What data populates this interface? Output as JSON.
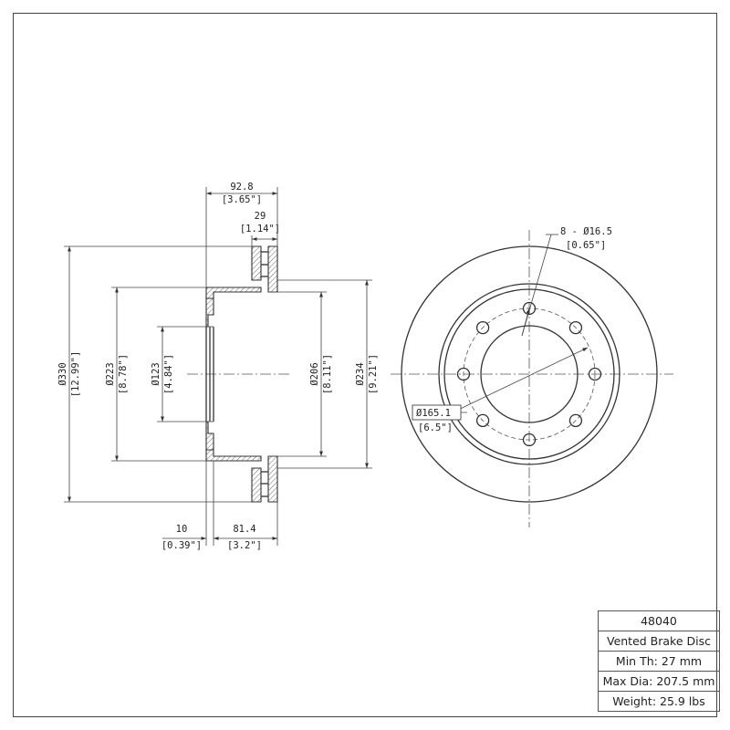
{
  "dimensions": {
    "total_width": {
      "mm": "92.8",
      "in": "[3.65\"]"
    },
    "hub_offset": {
      "mm": "29",
      "in": "[1.14\"]"
    },
    "outer_dia": {
      "mm": "Ø330",
      "in": "[12.99\"]"
    },
    "hat_dia": {
      "mm": "Ø223",
      "in": "[8.78\"]"
    },
    "center_bore": {
      "mm": "Ø123",
      "in": "[4.84\"]"
    },
    "inner_dia": {
      "mm": "Ø206",
      "in": "[8.11\"]"
    },
    "vent_dia": {
      "mm": "Ø234",
      "in": "[9.21\"]"
    },
    "hat_thickness": {
      "mm": "10",
      "in": "[0.39\"]"
    },
    "height": {
      "mm": "81.4",
      "in": "[3.2\"]"
    },
    "bolt_holes": {
      "mm": "8 - Ø16.5",
      "in": "[0.65\"]"
    },
    "bolt_circle": {
      "mm": "Ø165.1",
      "in": "[6.5\"]"
    }
  },
  "spec_table": {
    "part_number": "48040",
    "description": "Vented Brake Disc",
    "min_thickness": "Min Th: 27 mm",
    "max_diameter": "Max Dia: 207.5 mm",
    "weight": "Weight: 25.9 lbs"
  },
  "bolt_hole_count": 8
}
